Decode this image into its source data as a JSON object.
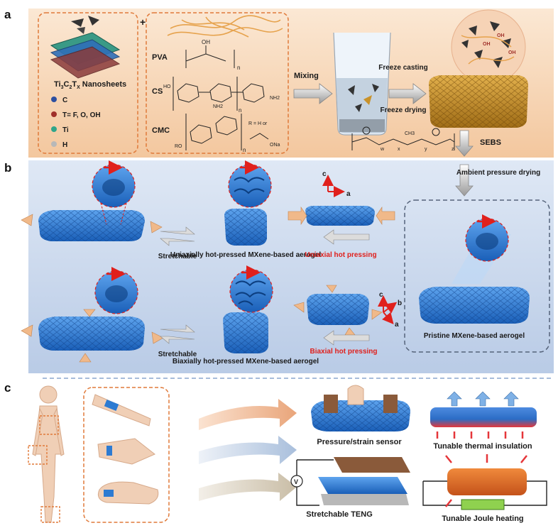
{
  "panels": {
    "a": "a",
    "b": "b",
    "c": "c"
  },
  "panel_a": {
    "nanosheets_label": "Ti3C2TX Nanosheets",
    "nanosheets_parts": {
      "ti": "Ti",
      "three": "3",
      "c": "C",
      "two": "2",
      "t": "T",
      "x": "X",
      "suffix": " Nanosheets"
    },
    "legend": [
      {
        "label": "C",
        "color": "#2d4fa0"
      },
      {
        "label": "T= F, O, OH",
        "color": "#a0302a"
      },
      {
        "label": "Ti",
        "color": "#2fa58a"
      },
      {
        "label": "H",
        "color": "#b8b8b8"
      }
    ],
    "plus": "+",
    "polymers": {
      "pva": "PVA",
      "cs": "CS",
      "cmc": "CMC",
      "oh": "OH",
      "nh2": "NH2",
      "n": "n",
      "ho": "HO",
      "ro": "RO",
      "r_note": "R = H or",
      "ona": "ONa",
      "o": "O",
      "r": "R"
    },
    "steps": {
      "mixing": "Mixing",
      "freeze_casting": "Freeze casting",
      "freeze_drying": "Freeze drying",
      "sebs": "SEBS"
    },
    "sebs_subscripts": {
      "w": "w",
      "x": "x",
      "y": "y",
      "z": "z",
      "ch3": "CH3"
    }
  },
  "panel_b": {
    "ambient": "Ambient pressure drying",
    "stretchable_1": "Stretchable",
    "stretchable_2": "Stretchable",
    "uniaxial_name": "Uniaxially hot-pressed MXene-based aerogel",
    "biaxial_name": "Biaxially hot-pressed MXene-based aerogel",
    "uniaxial_process": "Uniaxial hot pressing",
    "biaxial_process": "Biaxial hot pressing",
    "pristine": "Pristine MXene-based aerogel",
    "axes": {
      "a": "a",
      "b": "b",
      "c": "c"
    }
  },
  "panel_c": {
    "apps": [
      "Pressure/strain sensor",
      "Tunable thermal insulation",
      "Stretchable TENG",
      "Tunable Joule heating"
    ],
    "voltmeter": "V"
  },
  "colors": {
    "accent_red": "#e0201c",
    "dash_orange": "#e07a3a",
    "panel_a_bg": "#f7d9b8",
    "panel_b_bg": "#c9d8ee",
    "aerogel_blue": "#2d7bd2",
    "aerogel_gold": "#c9922a"
  }
}
